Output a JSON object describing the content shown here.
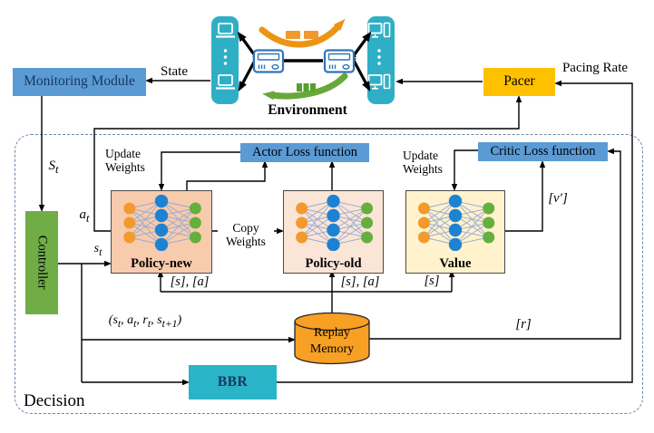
{
  "modules": {
    "monitoring": "Monitoring Module",
    "pacer": "Pacer",
    "controller": "Controller",
    "bbr": "BBR",
    "actor_loss": "Actor Loss function",
    "critic_loss": "Critic Loss function",
    "replay_memory": "Replay Memory",
    "policy_new": "Policy-new",
    "policy_old": "Policy-old",
    "value": "Value",
    "decision_region": "Decision",
    "environment": "Environment"
  },
  "labels": {
    "state": "State",
    "pacing_rate": "Pacing Rate",
    "update_weights_actor": "Update Weights",
    "update_weights_critic": "Update Weights",
    "copy_weights": "Copy Weights"
  },
  "math": {
    "S_t": "S<sub>t</sub>",
    "a_t": "a<sub>t</sub>",
    "s_t": "s<sub>t</sub>",
    "transition_tuple": "(s<sub>t</sub>, a<sub>t</sub>, r<sub>t</sub>, s<sub>t+1</sub>)",
    "policy_new_input": "[s], [a]",
    "policy_old_input": "[s], [a]",
    "value_input": "[s]",
    "value_output": "[v′]",
    "reward": "[r]"
  },
  "nn": {
    "layers": [
      3,
      4,
      3
    ],
    "layer_colors": [
      "#F29A2E",
      "#1E82D2",
      "#65AF3D"
    ],
    "edge_color": "#96ABD3"
  },
  "colors": {
    "blue": "#5B9BD5",
    "gold": "#FFC000",
    "green": "#70AD47",
    "teal": "#29B4C8",
    "envteal": "#2FAFC6",
    "routerblue": "#2E75B6",
    "replay": "#F7A024",
    "pnew": "#F8CBAD",
    "pold": "#FBE5D6",
    "valuebg": "#FFF2CC",
    "dash": "#6d86a6",
    "orangearrow": "#EC9414",
    "greenarrow": "#67A83B"
  }
}
